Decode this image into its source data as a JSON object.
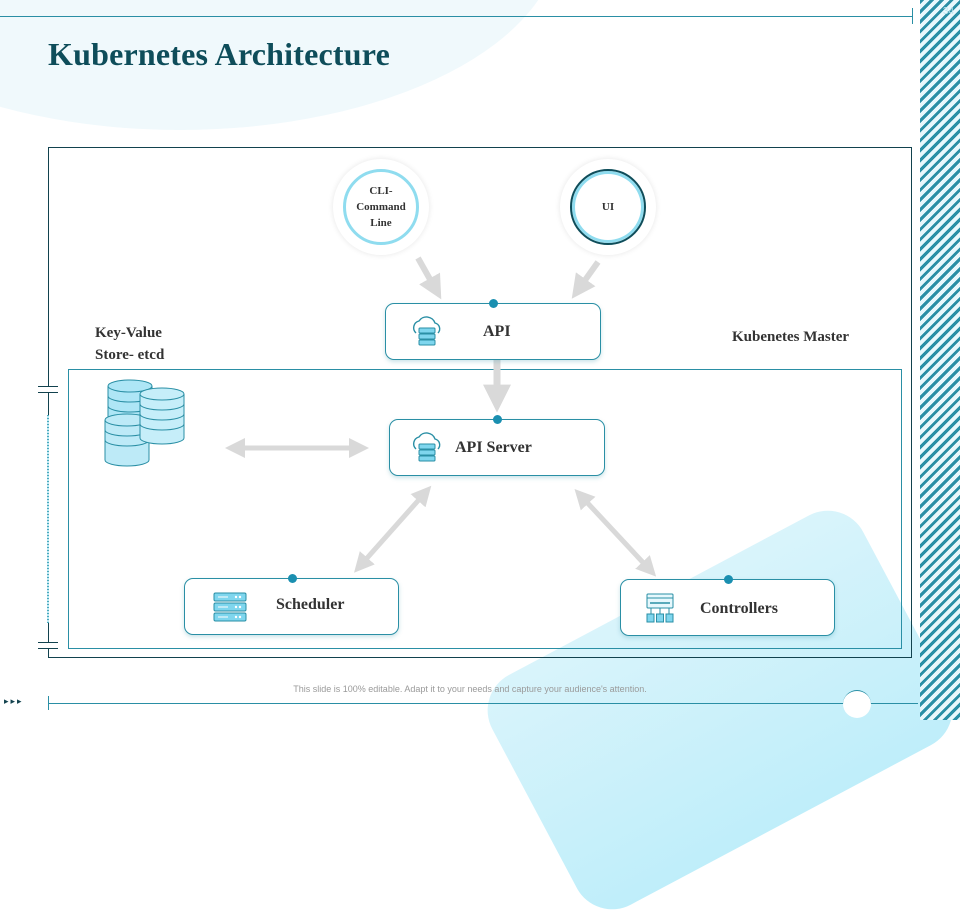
{
  "slide": {
    "title": "Kubernetes Architecture",
    "slide_number": "34",
    "footer_text": "This slide is 100% editable. Adapt it to your needs and capture your audience's attention.",
    "footer_nav": "▸▸▸"
  },
  "colors": {
    "accent": "#2a8fa5",
    "title": "#0e4d5a",
    "dark_border": "#12424e",
    "node_dot": "#1a8fb0",
    "arrow": "#d9d9d9",
    "icon_fill": "#7fd6ee"
  },
  "labels": {
    "key_value_line1": "Key-Value",
    "key_value_line2": "Store- etcd",
    "master": "Kubenetes Master"
  },
  "clients": [
    {
      "id": "cli",
      "lines": [
        "CLI-",
        "Command",
        "Line"
      ]
    },
    {
      "id": "ui",
      "lines": [
        "UI"
      ]
    }
  ],
  "nodes": {
    "api": {
      "label": "API",
      "icon": "cloud-server-icon"
    },
    "api_server": {
      "label": "API Server",
      "icon": "cloud-server-icon"
    },
    "scheduler": {
      "label": "Scheduler",
      "icon": "server-rack-icon"
    },
    "controllers": {
      "label": "Controllers",
      "icon": "network-hierarchy-icon"
    }
  },
  "datastore": {
    "icon": "database-stack-icon"
  },
  "connections": [
    {
      "from": "cli",
      "to": "api",
      "direction": "one-way"
    },
    {
      "from": "ui",
      "to": "api",
      "direction": "one-way"
    },
    {
      "from": "api",
      "to": "api_server",
      "direction": "one-way"
    },
    {
      "from": "etcd",
      "to": "api_server",
      "direction": "two-way"
    },
    {
      "from": "api_server",
      "to": "scheduler",
      "direction": "two-way"
    },
    {
      "from": "api_server",
      "to": "controllers",
      "direction": "two-way"
    }
  ]
}
